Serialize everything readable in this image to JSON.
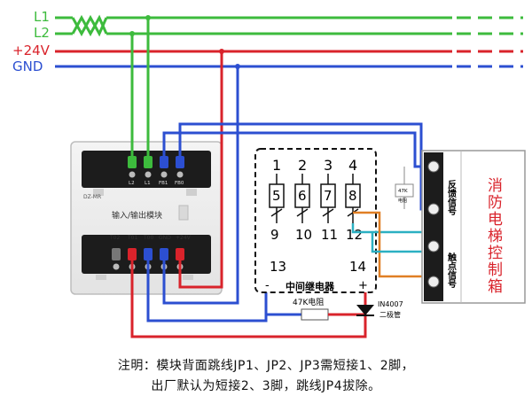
{
  "buses": {
    "l1": "L1",
    "l2": "L2",
    "p24": "+24V",
    "gnd": "GND"
  },
  "module": {
    "model": "DZ-MR",
    "title": "输入/输出模块",
    "top_terminals": [
      "L2",
      "L1",
      "FB1",
      "FB0"
    ],
    "bottom_terminals": [
      "T02",
      "T01",
      "T00",
      "GND",
      "+24V"
    ]
  },
  "relay": {
    "top_pins": [
      "1",
      "2",
      "3",
      "4"
    ],
    "mid_pins": [
      "5",
      "6",
      "7",
      "8"
    ],
    "bottom_pins": [
      "9",
      "10",
      "11",
      "12"
    ],
    "coil_left": "13",
    "coil_right": "14",
    "minus": "-",
    "plus": "+",
    "name": "中间继电器",
    "diode_part": "IN4007",
    "diode_name": "二极管",
    "resistor": "47K电阻"
  },
  "elevator": {
    "title": "消防电梯控制箱",
    "feedback": "反馈信号",
    "contact": "触点信号",
    "res": "47K",
    "res_sub": "电阻"
  },
  "note": {
    "line1": "注明：模块背面跳线JP1、JP2、JP3需短接1、2脚，",
    "line2": "出厂默认为短接2、3脚，跳线JP4拔除。"
  },
  "colors": {
    "l_bus": "#3dbb3d",
    "p24": "#d9232b",
    "gnd": "#2c4fd1",
    "cyan": "#2bb0c2",
    "orange": "#e07f24",
    "title_red": "#d9232b"
  }
}
